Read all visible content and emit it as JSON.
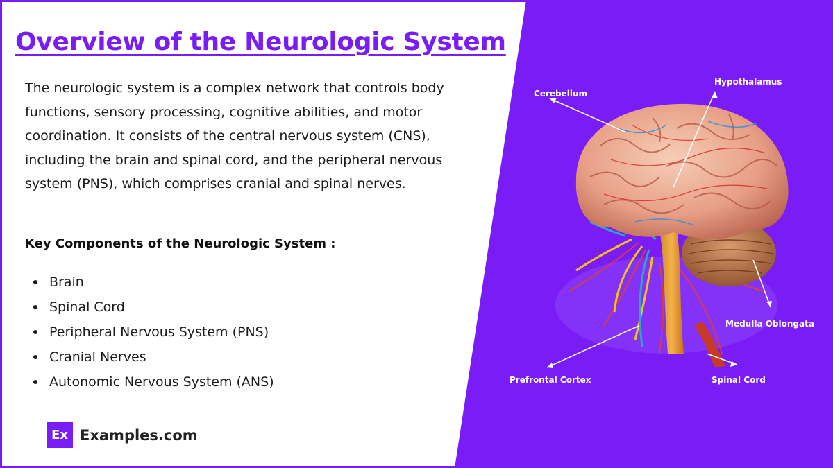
{
  "title": "Overview of the Neurologic System",
  "intro": "The neurologic system is a complex network that controls body functions, sensory processing, cognitive abilities, and motor coordination. It consists of the central nervous system (CNS), including the brain and spinal cord, and the peripheral nervous system (PNS), which comprises cranial and spinal nerves.",
  "key_components": {
    "heading": "Key Components of the Neurologic System :",
    "items": [
      "Brain",
      "Spinal Cord",
      "Peripheral Nervous System (PNS)",
      "Cranial Nerves",
      "Autonomic Nervous System (ANS)"
    ]
  },
  "diagram": {
    "labels": {
      "cerebellum": "Cerebellum",
      "hypothalamus": "Hypothalamus",
      "medulla": "Medulla Oblongata",
      "prefrontal": "Prefrontal Cortex",
      "spinal_cord": "Spinal Cord"
    }
  },
  "brand": {
    "mark": "Ex",
    "name": "Examples.com"
  },
  "colors": {
    "accent": "#7a1cf5",
    "panel": "#ffffff"
  }
}
